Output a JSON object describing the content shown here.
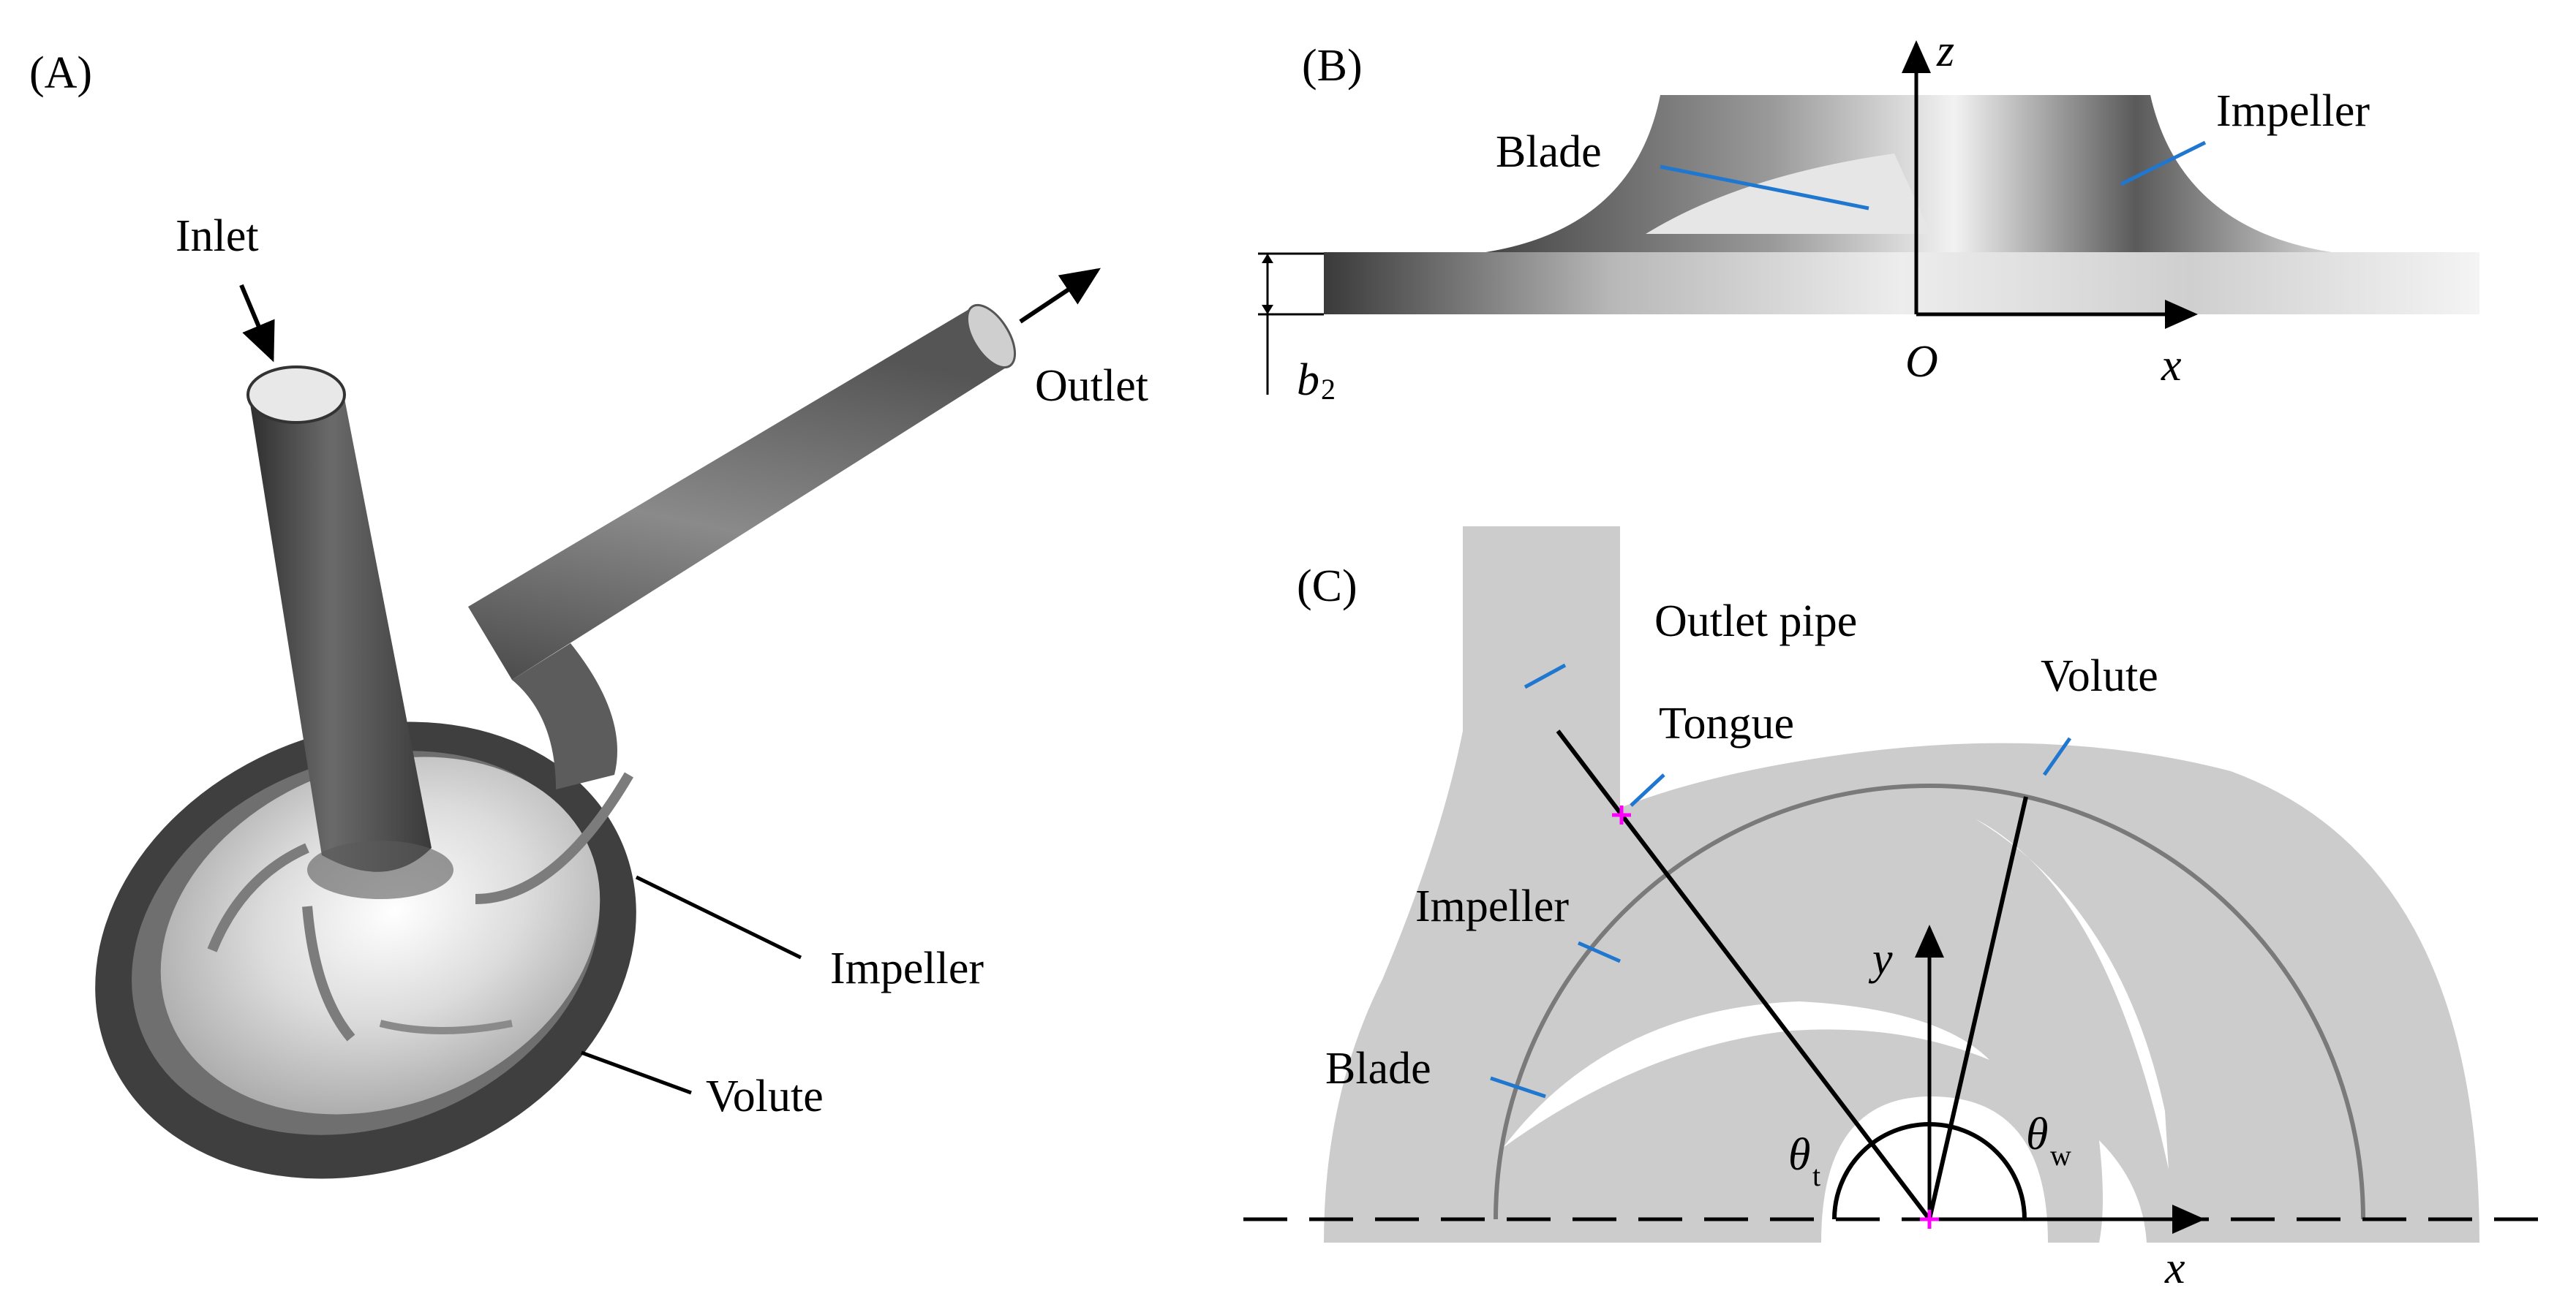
{
  "panel_a": {
    "tag": "(A)",
    "labels": {
      "inlet": "Inlet",
      "outlet": "Outlet",
      "impeller": "Impeller",
      "volute": "Volute"
    }
  },
  "panel_b": {
    "tag": "(B)",
    "labels": {
      "blade": "Blade",
      "impeller": "Impeller",
      "z": "z",
      "x": "x",
      "origin": "O",
      "b2": "b",
      "b2_sub": "2"
    }
  },
  "panel_c": {
    "tag": "(C)",
    "labels": {
      "outlet_pipe": "Outlet pipe",
      "tongue": "Tongue",
      "volute": "Volute",
      "impeller": "Impeller",
      "blade": "Blade",
      "y": "y",
      "x": "x",
      "theta_t": "θ",
      "theta_t_sub": "t",
      "theta_w": "θ",
      "theta_w_sub": "w"
    }
  },
  "colors": {
    "leader_blue": "#1f77d0",
    "marker_magenta": "#ff00ff",
    "section_gray": "#cccccc",
    "circle_gray": "#7a7a7a"
  }
}
